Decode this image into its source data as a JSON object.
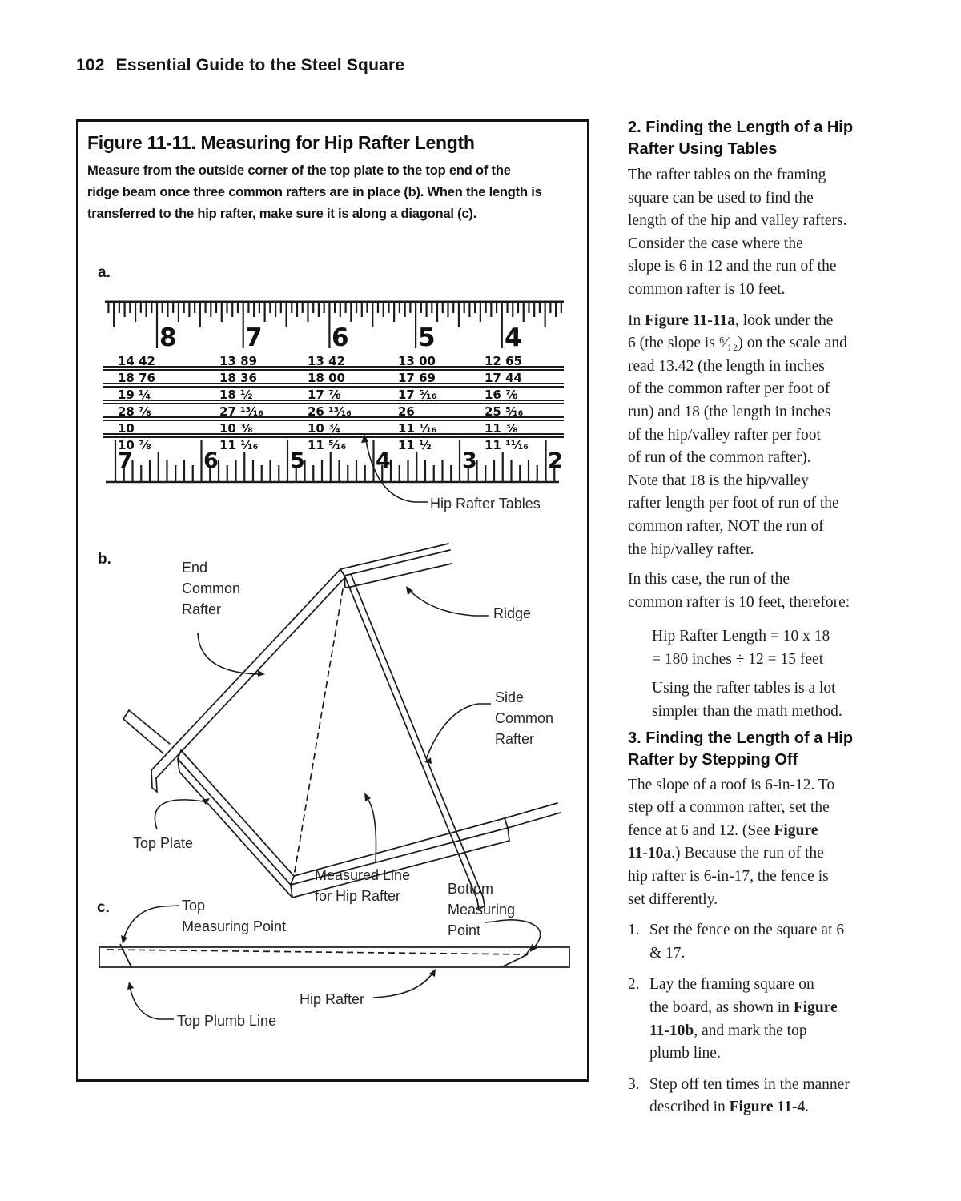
{
  "page": {
    "number": "102",
    "title": "Essential Guide to the Steel Square"
  },
  "figure": {
    "title": "Figure 11-11. Measuring for Hip Rafter Length",
    "caption_lines": [
      "Measure from the outside corner of the top plate to the top end of the",
      "ridge beam once three common rafters are in place (b). When the length is",
      "transferred to the hip rafter, make sure it is along a diagonal (c)."
    ],
    "part_labels": {
      "a": "a.",
      "b": "b.",
      "c": "c."
    },
    "top_ruler": {
      "numbers": [
        "8",
        "7",
        "6",
        "5",
        "4"
      ]
    },
    "bottom_ruler": {
      "numbers": [
        "7",
        "6",
        "5",
        "4",
        "3",
        "2"
      ]
    },
    "table": {
      "rows": [
        [
          "14 42",
          "13 89",
          "13 42",
          "13 00",
          "12 65"
        ],
        [
          "18 76",
          "18 36",
          "18 00",
          "17 69",
          "17 44"
        ],
        [
          "19 ¼",
          "18 ½",
          "17 ⅞",
          "17 ⁵⁄₁₆",
          "16 ⅞"
        ],
        [
          "28 ⅞",
          "27 ¹³⁄₁₆",
          "26 ¹³⁄₁₆",
          "26",
          "25 ⁵⁄₁₆"
        ],
        [
          "10",
          "10 ⅜",
          "10 ¾",
          "11 ¹⁄₁₆",
          "11 ⅜"
        ],
        [
          "10 ⅞",
          "11 ¹⁄₁₆",
          "11 ⁵⁄₁₆",
          "11 ½",
          "11 ¹¹⁄₁₆"
        ]
      ]
    },
    "callouts": {
      "hip_rafter_tables": "Hip Rafter Tables",
      "end_common_rafter": [
        "End",
        "Common",
        "Rafter"
      ],
      "ridge": "Ridge",
      "side_common_rafter": [
        "Side",
        "Common",
        "Rafter"
      ],
      "top_plate": "Top Plate",
      "measured_line": [
        "Measured Line",
        "for Hip Rafter"
      ],
      "bottom_measuring_point": [
        "Bottom",
        "Measuring",
        "Point"
      ],
      "top_measuring_point": [
        "Top",
        "Measuring Point"
      ],
      "hip_rafter": "Hip Rafter",
      "top_plumb_line": "Top Plumb Line"
    }
  },
  "right_column": {
    "blocks": [
      {
        "type": "h",
        "lines": [
          "2. Finding the Length of a Hip",
          "Rafter Using Tables"
        ]
      },
      {
        "type": "p",
        "lines": [
          "The rafter tables on the framing",
          "square can be used to find the",
          "length of the hip and valley rafters.",
          "Consider the case where the",
          "slope is 6 in 12 and the run of the",
          "common rafter is 10 feet."
        ]
      },
      {
        "type": "p",
        "lines": [
          [
            [
              "In ",
              0
            ],
            [
              "Figure 11-11a",
              1
            ],
            [
              ", look under the",
              0
            ]
          ],
          "6 (the slope is ⁶⁄₁₂) on the scale and",
          "read 13.42 (the length in inches",
          "of the common rafter per foot of",
          "run) and 18 (the length in inches",
          "of the hip/valley rafter per foot",
          "of run of the common rafter).",
          "Note that 18 is the hip/valley",
          "rafter length per foot of run of the",
          "common rafter, NOT the run of",
          "the hip/valley rafter."
        ]
      },
      {
        "type": "p",
        "lines": [
          "In this case, the run of the",
          "common rafter is 10 feet, therefore:"
        ]
      },
      {
        "type": "pi",
        "lines": [
          "Hip Rafter Length = 10 x 18",
          "= 180 inches ÷ 12 = 15 feet"
        ]
      },
      {
        "type": "pi",
        "lines": [
          "Using the rafter tables is a lot",
          "simpler than the math method."
        ]
      },
      {
        "type": "h",
        "lines": [
          "3. Finding the Length of a Hip",
          "Rafter by Stepping Off"
        ]
      },
      {
        "type": "p",
        "lines": [
          "The slope of a roof is 6-in-12. To",
          "step off a common rafter, set the",
          [
            [
              "fence at 6 and 12. (See ",
              0
            ],
            [
              "Figure",
              1
            ]
          ],
          [
            [
              "11-10a",
              1
            ],
            [
              ".) Because the run of the",
              0
            ]
          ],
          "hip rafter is 6-in-17, the fence is",
          "set differently."
        ]
      },
      {
        "type": "li",
        "num": "1.",
        "lines": [
          "Set the fence on the square at 6",
          "& 17."
        ]
      },
      {
        "type": "li",
        "num": "2.",
        "lines": [
          "Lay the framing square on",
          [
            [
              "the board, as shown in ",
              0
            ],
            [
              "Figure",
              1
            ]
          ],
          [
            [
              "11-10b",
              1
            ],
            [
              ", and mark the top",
              0
            ]
          ],
          "plumb line."
        ]
      },
      {
        "type": "li",
        "num": "3.",
        "lines": [
          "Step off ten times in the manner",
          [
            [
              "described in ",
              0
            ],
            [
              "Figure 11-4",
              1
            ],
            [
              ".",
              0
            ]
          ]
        ]
      }
    ]
  }
}
